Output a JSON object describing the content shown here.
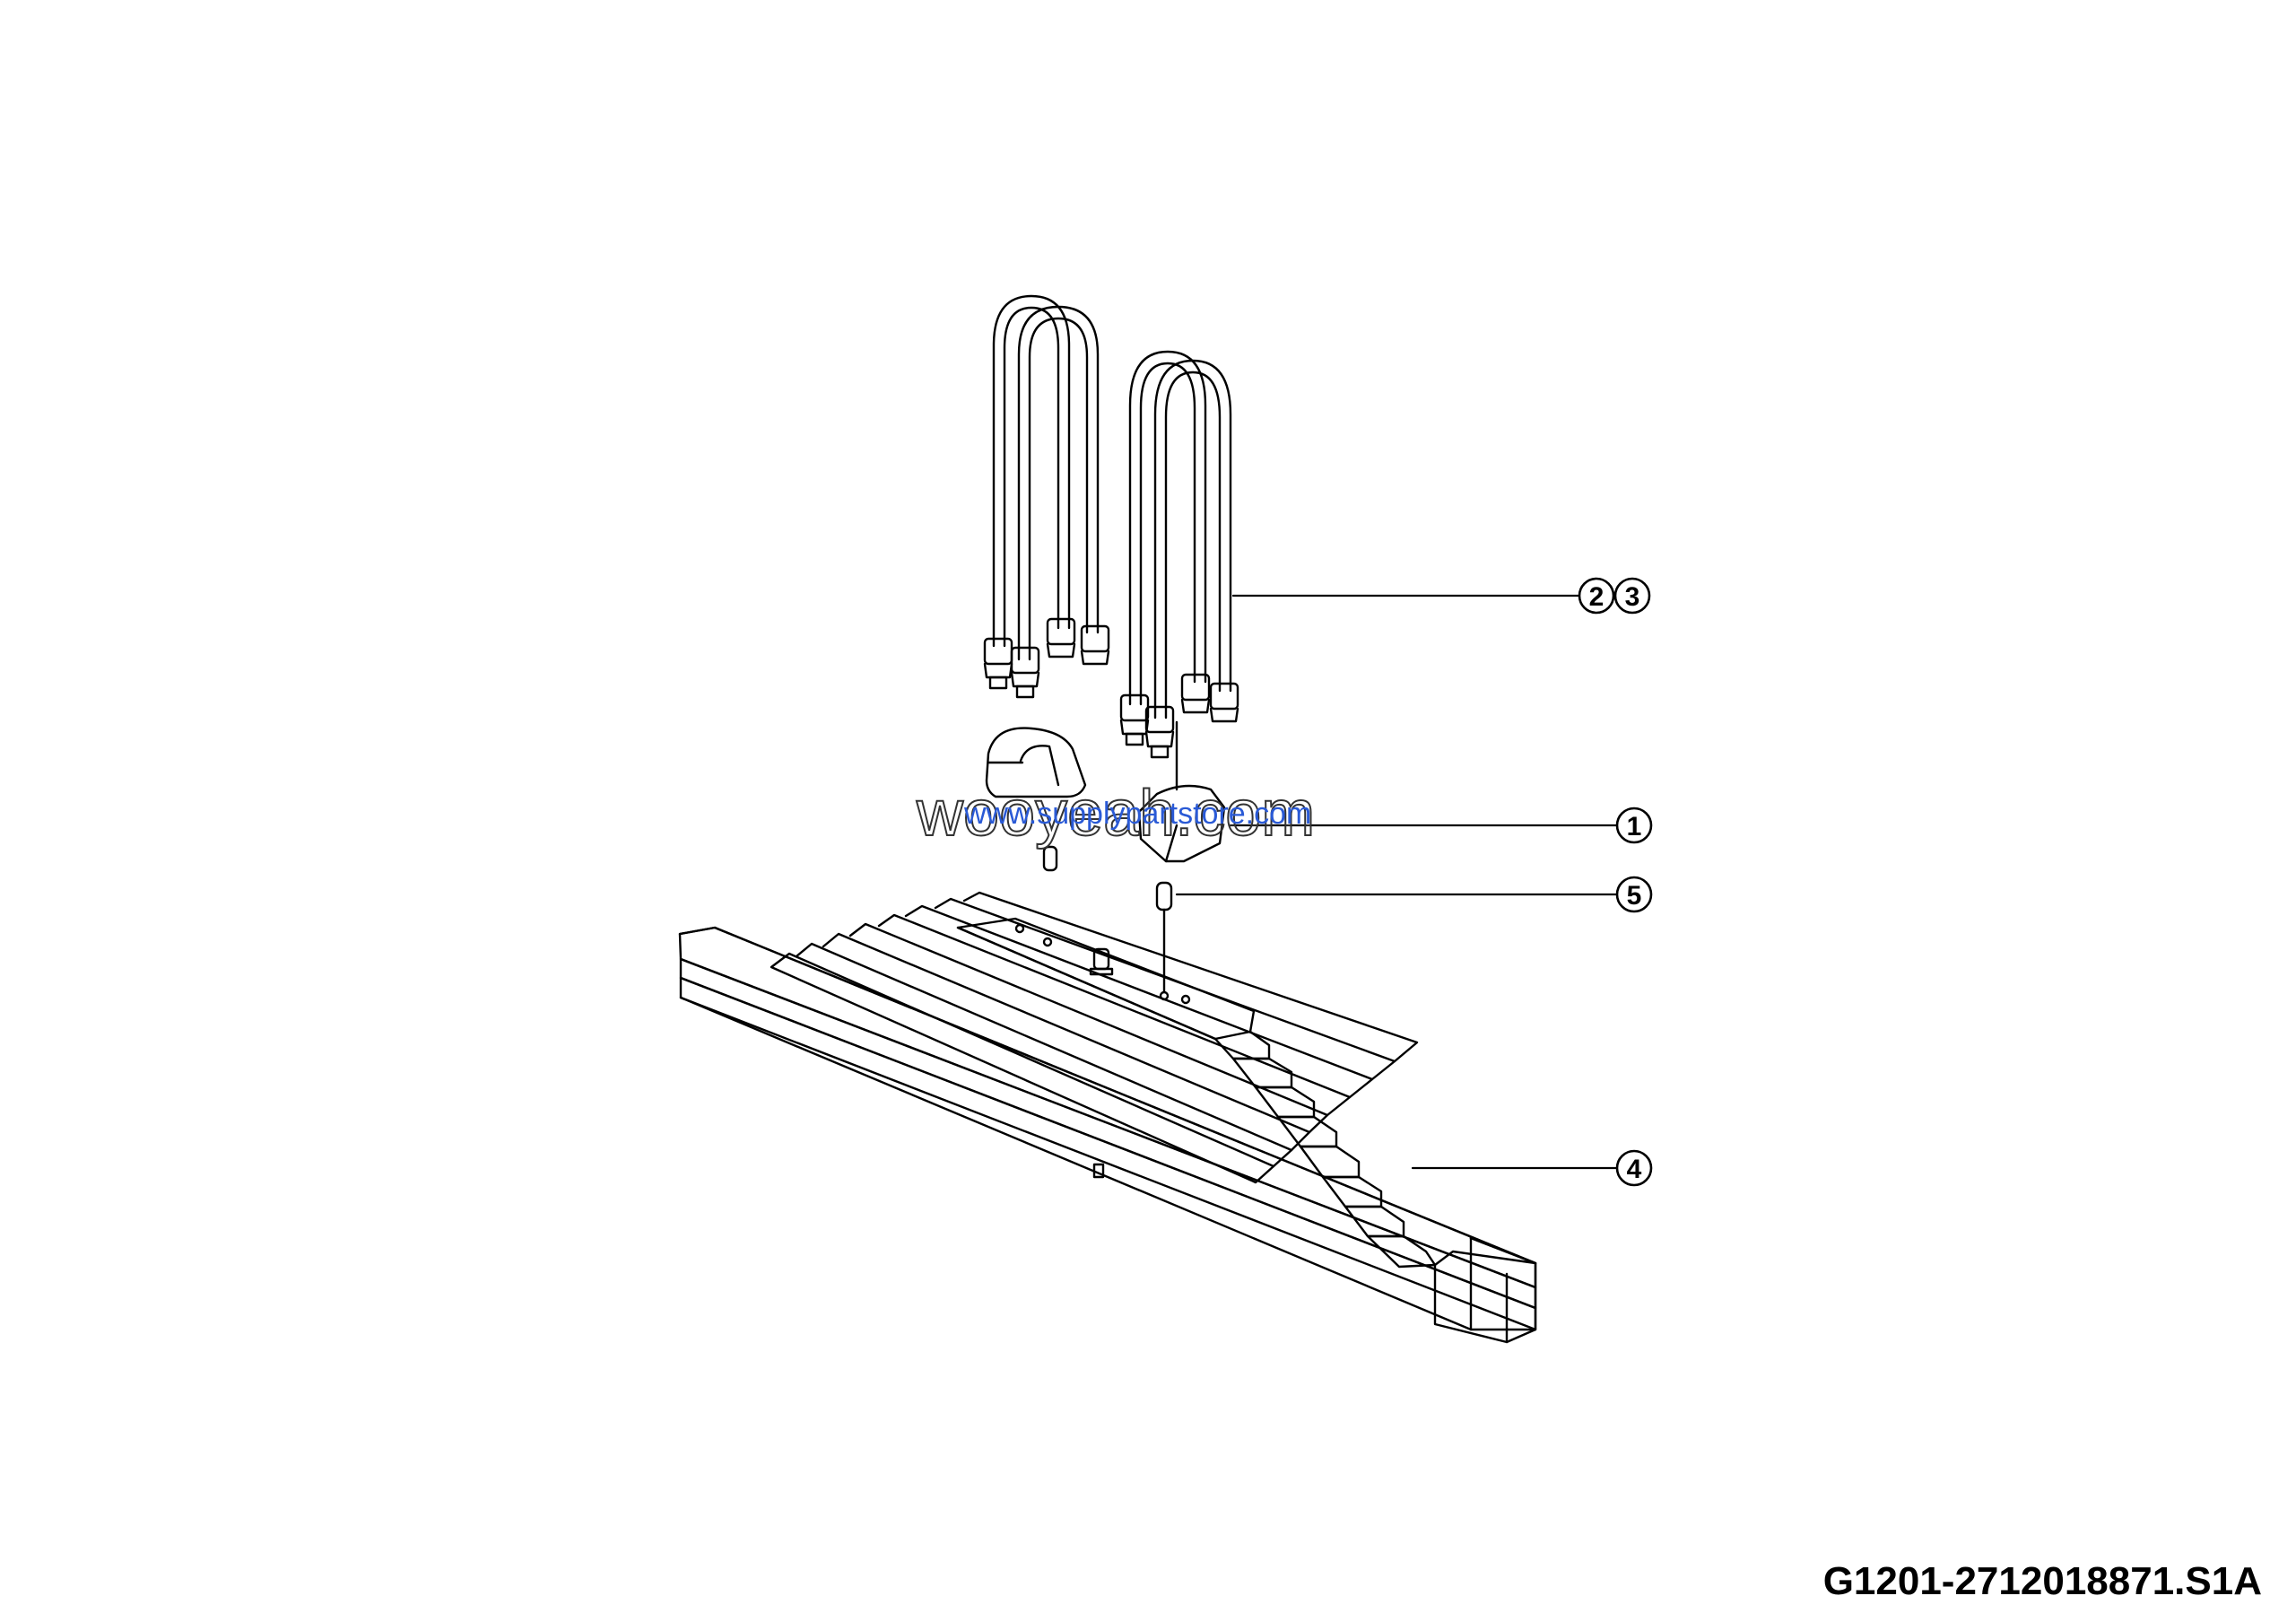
{
  "diagram": {
    "callouts": [
      {
        "id": "2",
        "part": "u-bolt"
      },
      {
        "id": "3",
        "part": "nut"
      },
      {
        "id": "1",
        "part": "spring-seat"
      },
      {
        "id": "5",
        "part": "pin"
      },
      {
        "id": "4",
        "part": "leaf-spring"
      }
    ],
    "drawing_code": "G1201-2712018871.S1A"
  },
  "watermarks": {
    "primary": "wooyeah.com",
    "secondary": "www.supplypartstore.com"
  },
  "colors": {
    "line": "#000000",
    "background": "#ffffff",
    "watermark_blue": "#2a5ad6"
  }
}
